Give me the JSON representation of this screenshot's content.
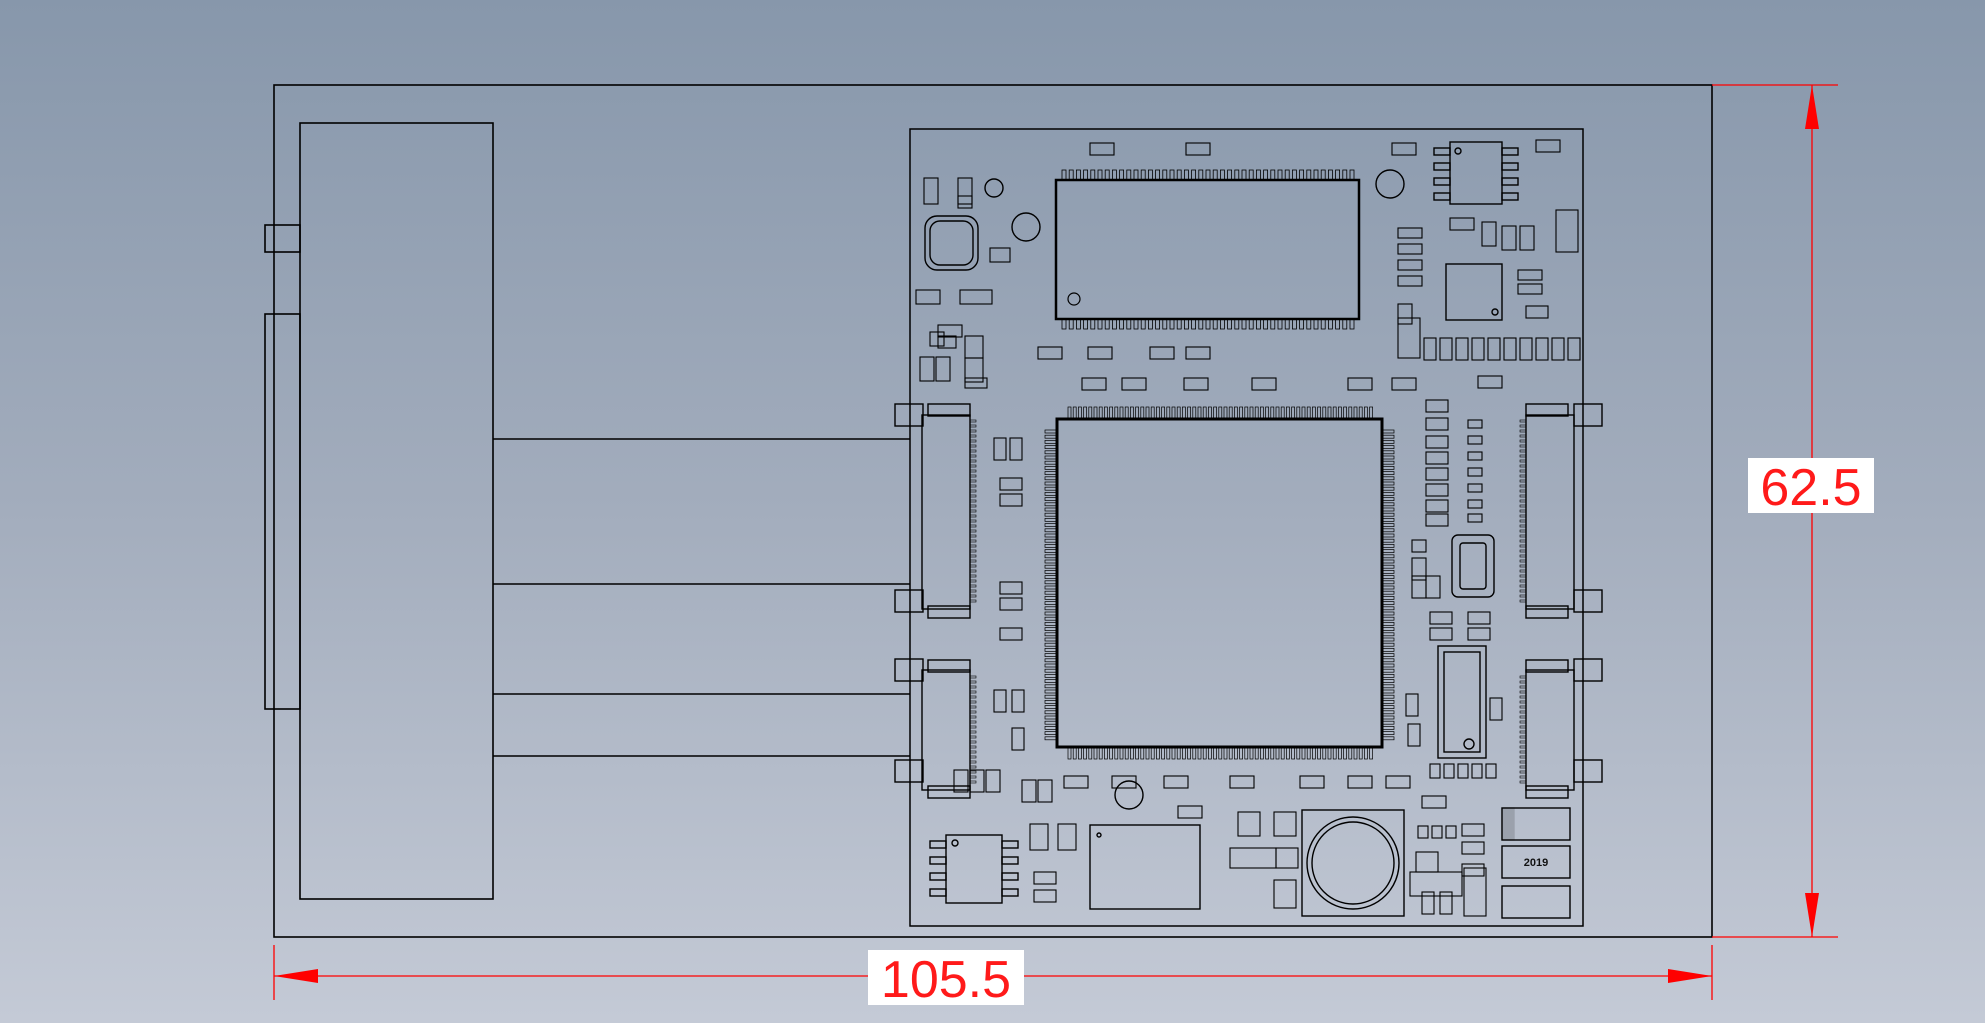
{
  "drawing": {
    "dimensions": {
      "width_value": "105.5",
      "height_value": "62.5"
    },
    "component_marking": "2019",
    "colors": {
      "background_top": "#8797ab",
      "background_bottom": "#c4cad6",
      "outline": "#000000",
      "dimension": "#ff0000"
    }
  }
}
